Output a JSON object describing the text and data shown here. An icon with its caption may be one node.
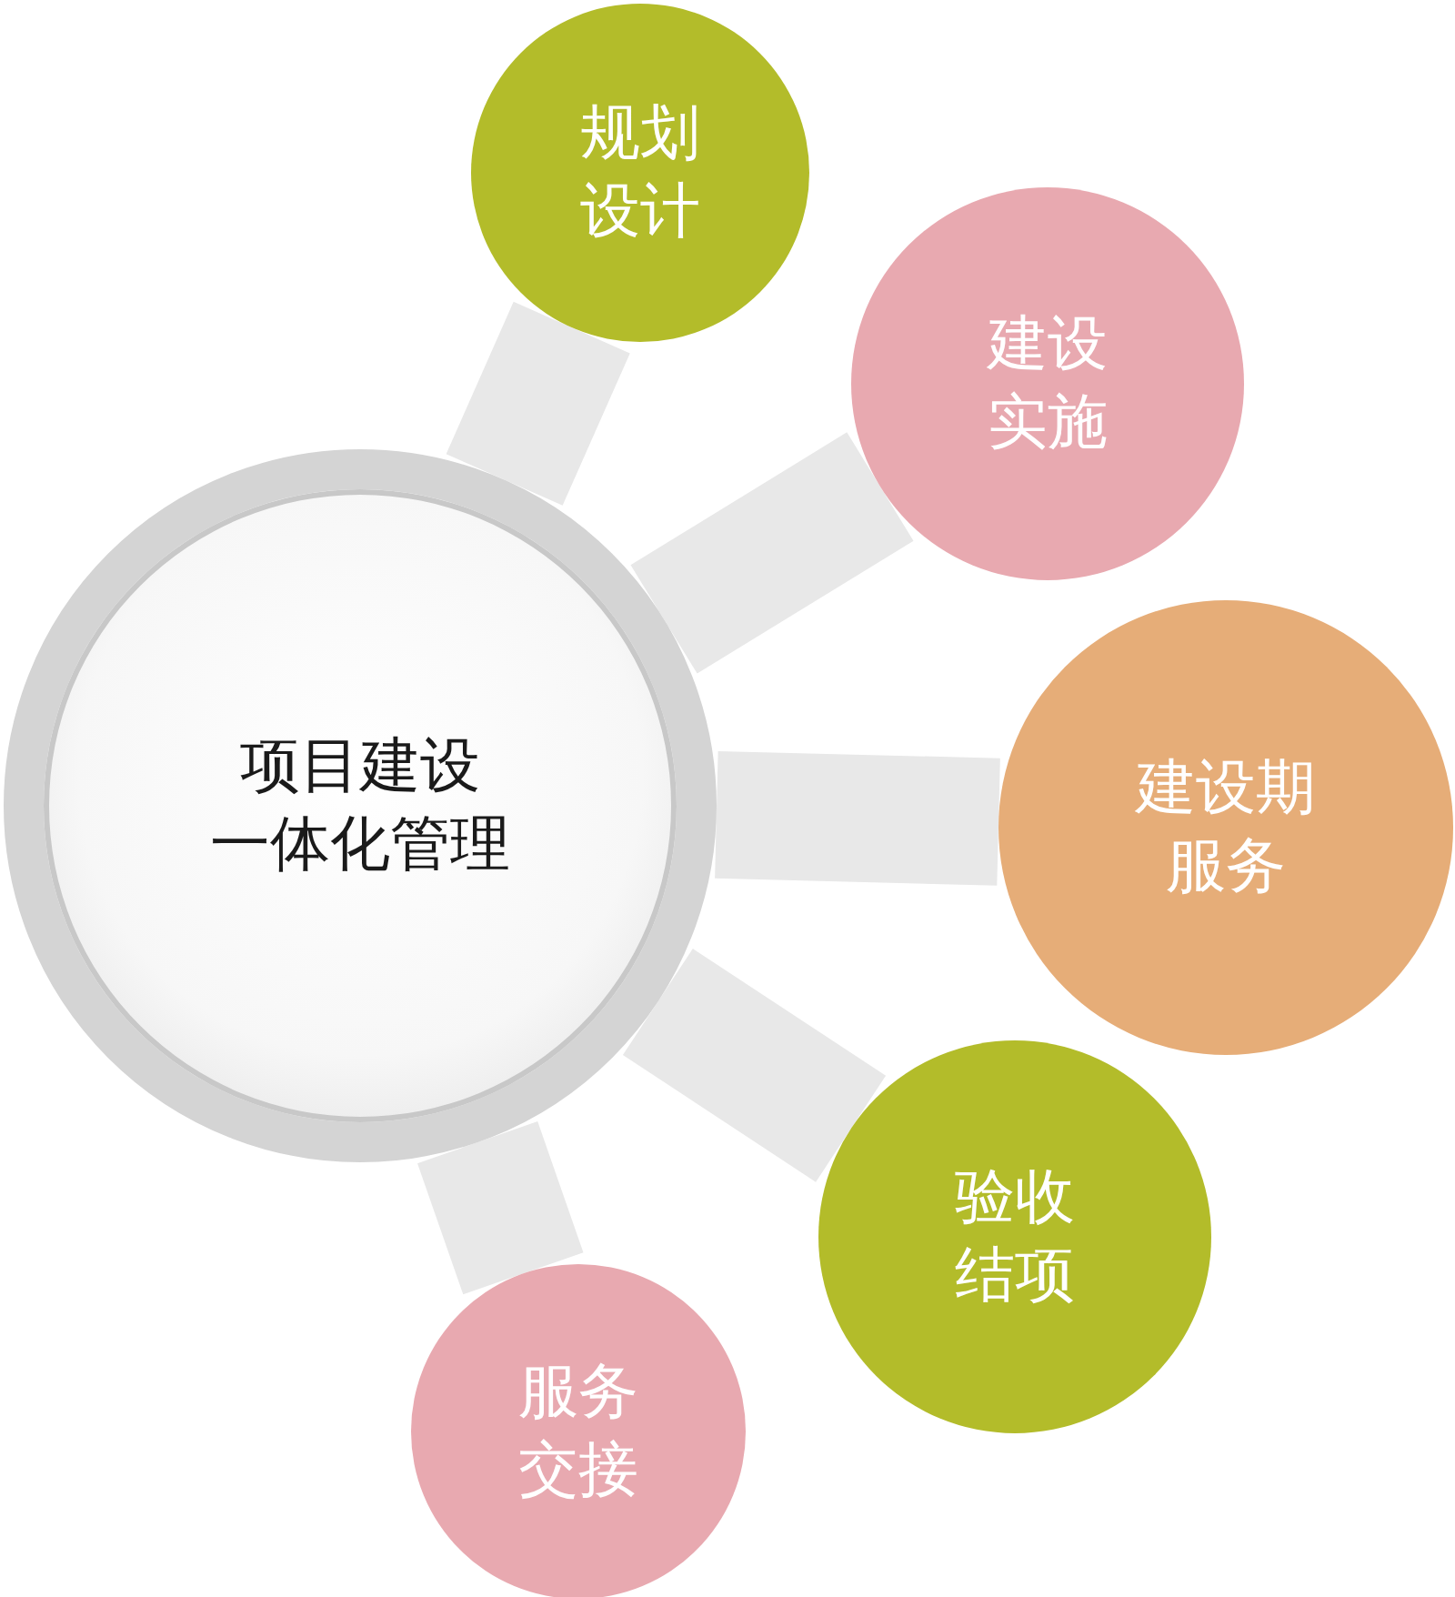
{
  "diagram": {
    "nodes": [
      {
        "text": [
          "项目建设一体化管理"
        ]
      },
      {
        "text": [
          "规划设计"
        ]
      },
      {
        "text": [
          "建设实施"
        ]
      },
      {
        "text": [
          "建设期服务"
        ]
      },
      {
        "text": [
          "验收结项"
        ]
      },
      {
        "text": [
          "服务交接"
        ]
      }
    ],
    "edges": [
      {
        "from": 0,
        "to": 1,
        "arrow": "none"
      },
      {
        "from": 0,
        "to": 2,
        "arrow": "none"
      },
      {
        "from": 0,
        "to": 3,
        "arrow": "none"
      },
      {
        "from": 0,
        "to": 4,
        "arrow": "none"
      },
      {
        "from": 0,
        "to": 5,
        "arrow": "none"
      }
    ]
  }
}
